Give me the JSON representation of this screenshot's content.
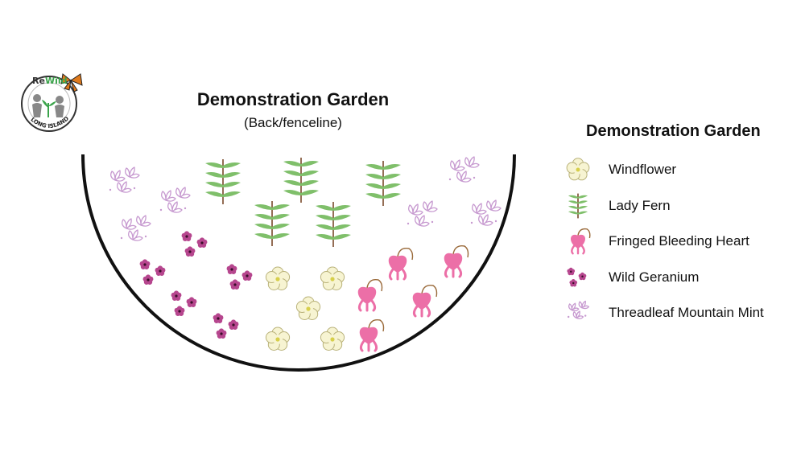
{
  "garden": {
    "title": "Demonstration Garden",
    "subtitle": "(Back/fenceline)"
  },
  "legend": {
    "title": "Demonstration Garden",
    "items": [
      {
        "label": "Windflower",
        "icon": "windflower-icon"
      },
      {
        "label": "Lady Fern",
        "icon": "lady-fern-icon"
      },
      {
        "label": "Fringed Bleeding Heart",
        "icon": "bleeding-heart-icon"
      },
      {
        "label": "Wild Geranium",
        "icon": "wild-geranium-icon"
      },
      {
        "label": "Threadleaf Mountain Mint",
        "icon": "mountain-mint-icon"
      }
    ]
  },
  "logo": {
    "brand_re": "Re",
    "brand_wild": "Wild",
    "tagline": "LONG ISLAND"
  },
  "colors": {
    "windflower": "#f7f4d2",
    "fern": "#7fbf6a",
    "bleeding_heart": "#ec6fa7",
    "geranium": "#b6468e",
    "mint": "#c79ad0",
    "logo_green": "#3aa34a"
  }
}
